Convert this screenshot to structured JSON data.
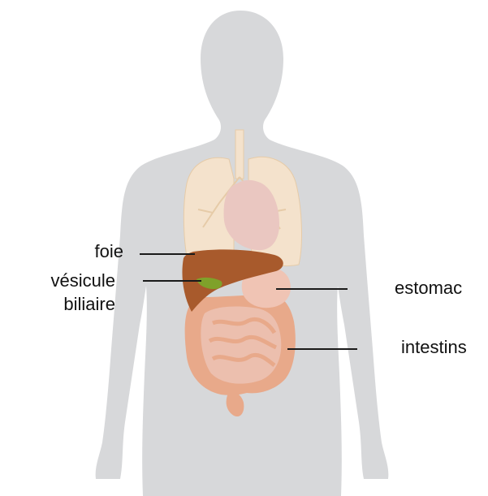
{
  "labels": {
    "liver": "foie",
    "gallbladder_line1": "vésicule",
    "gallbladder_line2": "biliaire",
    "stomach": "estomac",
    "intestines": "intestins"
  },
  "colors": {
    "silhouette": "#d7d8da",
    "lungs": "#f4e2cc",
    "lungs_stroke": "#e6cba8",
    "heart": "#eac7c1",
    "liver": "#a85a2c",
    "gallbladder": "#7fa12a",
    "stomach": "#f0c4b4",
    "intestines": "#e8a98a",
    "small_intestine": "#ecbfae",
    "leader_line": "#1a1a1a"
  }
}
